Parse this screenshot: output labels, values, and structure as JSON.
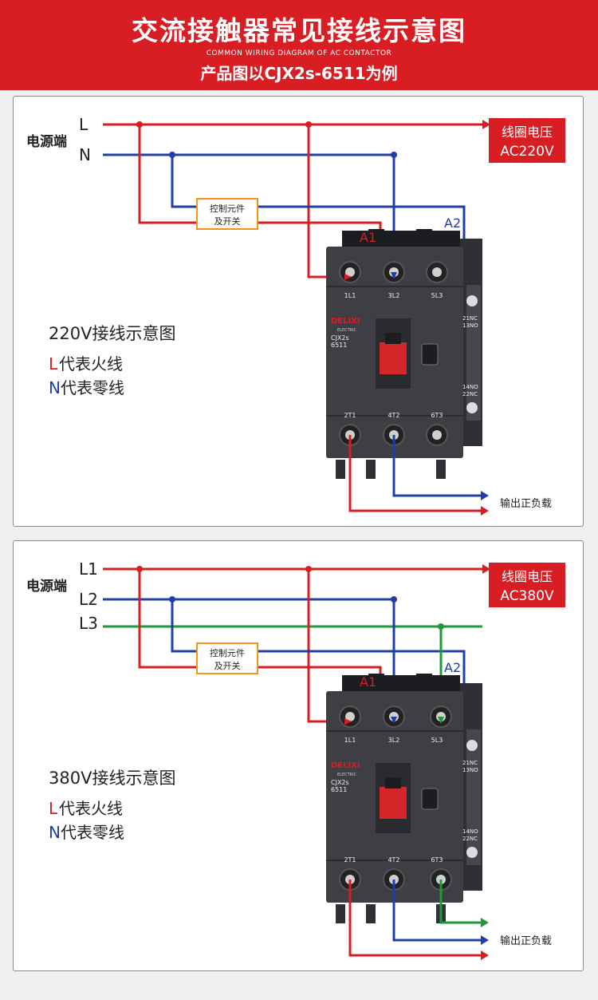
{
  "header": {
    "title": "交流接触器常见接线示意图",
    "subtitle_en": "COMMON WIRING DIAGRAM OF AC CONTACTOR",
    "subtitle_cn": "产品图以CJX2s-6511为例"
  },
  "colors": {
    "red": "#d81e23",
    "blue": "#1f3fa6",
    "green": "#1e9a3a",
    "orange": "#f0941e",
    "body": "#3d3f45"
  },
  "diagram_220": {
    "source_label": "电源端",
    "lines": [
      "L",
      "N"
    ],
    "control_label_1": "控制元件",
    "control_label_2": "及开关",
    "coil_badge_1": "线圈电压",
    "coil_badge_2": "AC220V",
    "a1": "A1",
    "a2": "A2",
    "title": "220V接线示意图",
    "legend_l_letter": "L",
    "legend_l_text": "代表火线",
    "legend_n_letter": "N",
    "legend_n_text": "代表零线",
    "output_label": "输出正负载"
  },
  "diagram_380": {
    "source_label": "电源端",
    "lines": [
      "L1",
      "L2",
      "L3"
    ],
    "control_label_1": "控制元件",
    "control_label_2": "及开关",
    "coil_badge_1": "线圈电压",
    "coil_badge_2": "AC380V",
    "a1": "A1",
    "a2": "A2",
    "title": "380V接线示意图",
    "legend_l_letter": "L",
    "legend_l_text": "代表火线",
    "legend_n_letter": "N",
    "legend_n_text": "代表零线",
    "output_label": "输出正负载"
  },
  "contactor": {
    "brand": "DELIXI",
    "brand_sub": "ELECTRIC",
    "model": "CJX2s",
    "model_no": "6511",
    "top_terminals": [
      "1L1",
      "3L2",
      "5L3"
    ],
    "bottom_terminals": [
      "2T1",
      "4T2",
      "6T3"
    ],
    "aux_top_1": "21NC",
    "aux_top_2": "13NO",
    "aux_bottom_1": "14NO",
    "aux_bottom_2": "22NC"
  }
}
